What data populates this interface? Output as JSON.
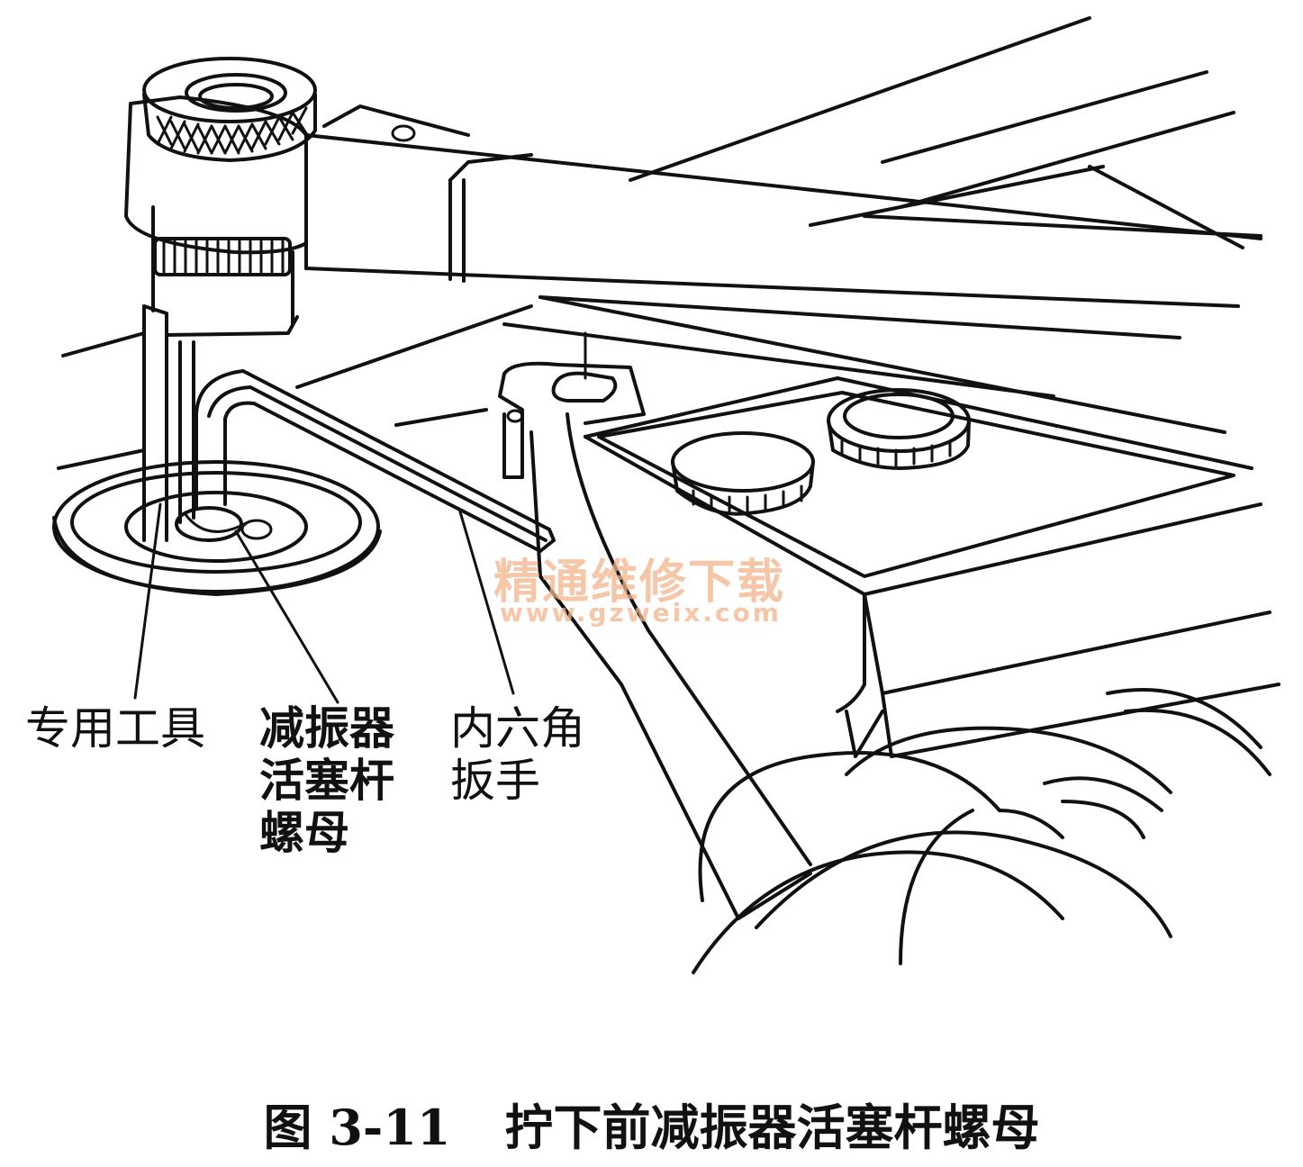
{
  "labels": {
    "tool": "专用工具",
    "nut": [
      "减振器",
      "活塞杆",
      "螺母"
    ],
    "wrench": [
      "内六角",
      "扳手"
    ]
  },
  "watermark": {
    "cn": "精通维修下载",
    "url": "www.gzweix.com"
  },
  "caption": {
    "number": "图 3-11",
    "title": "拧下前减振器活塞杆螺母"
  },
  "colors": {
    "line": "#111111",
    "watermark": "#f2b48a",
    "background": "#ffffff"
  }
}
